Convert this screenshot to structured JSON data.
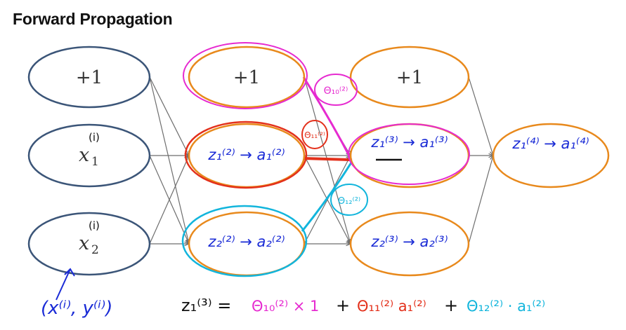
{
  "title": "Forward Propagation",
  "colors": {
    "input_node": "#3b5578",
    "hidden_node": "#e8891c",
    "edge": "#6e6e6e",
    "ink_blue": "#1a2bd6",
    "ink_pink": "#e62ad0",
    "ink_red": "#e3301b",
    "ink_cyan": "#12b5dc"
  },
  "layers": [
    {
      "nodes": [
        {
          "label": "+1"
        },
        {
          "label": "x",
          "sub": "1",
          "sup": "(i)"
        },
        {
          "label": "x",
          "sub": "2",
          "sup": "(i)"
        }
      ]
    },
    {
      "nodes": [
        {
          "label": "+1"
        },
        {
          "annotation": "z₁⁽²⁾ → a₁⁽²⁾"
        },
        {
          "annotation": "z₂⁽²⁾ → a₂⁽²⁾"
        }
      ]
    },
    {
      "nodes": [
        {
          "label": "+1"
        },
        {
          "annotation": "z₁⁽³⁾ → a₁⁽³⁾"
        },
        {
          "annotation": "z₂⁽³⁾ → a₂⁽³⁾"
        }
      ]
    },
    {
      "nodes": [
        {
          "annotation": "z₁⁽⁴⁾ → a₁⁽⁴⁾"
        }
      ]
    }
  ],
  "weight_labels": {
    "w10": "Θ₁₀⁽²⁾",
    "w11": "Θ₁₁⁽²⁾",
    "w12": "Θ₁₂⁽²⁾"
  },
  "example_label": "(x⁽ⁱ⁾, y⁽ⁱ⁾)",
  "equation": {
    "lhs": "z₁⁽³⁾ =",
    "term1": "Θ₁₀⁽²⁾ × 1",
    "plus1": "+",
    "term2": "Θ₁₁⁽²⁾ a₁⁽²⁾",
    "plus2": "+",
    "term3": "Θ₁₂⁽²⁾ · a₁⁽²⁾"
  }
}
